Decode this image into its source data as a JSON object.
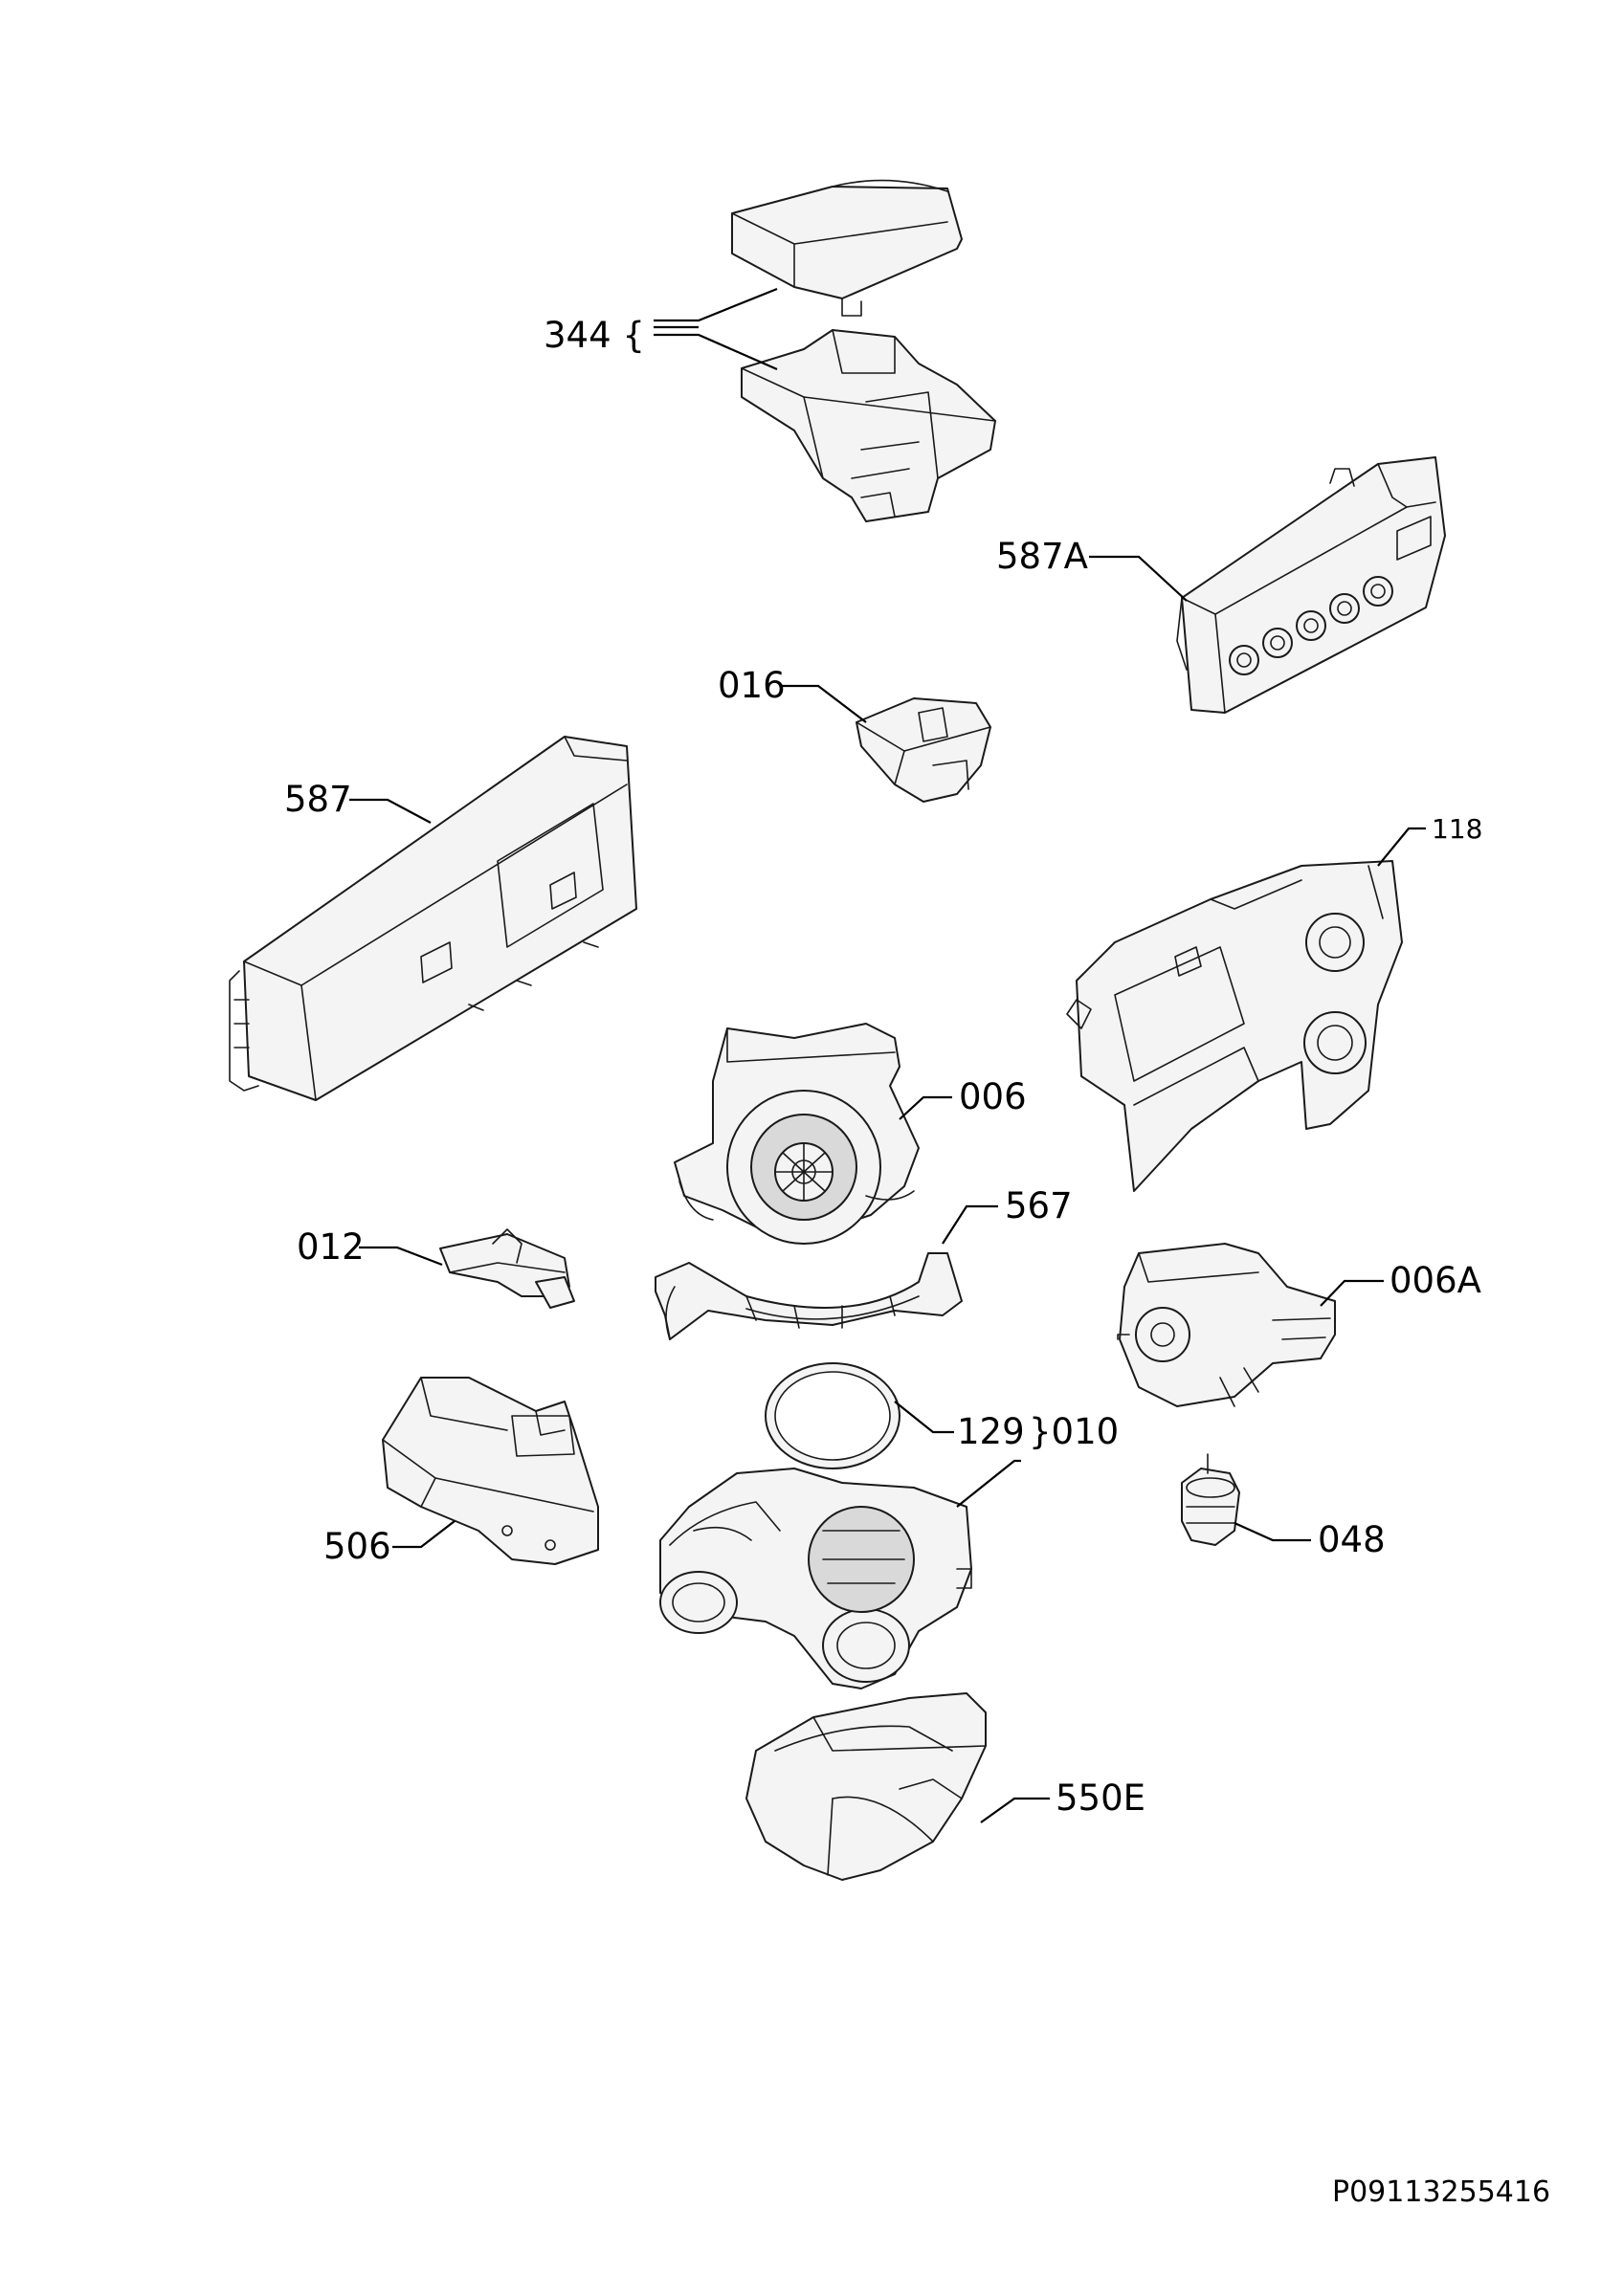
{
  "diagram": {
    "document_id": "P09113255416",
    "callouts": {
      "c344": "344 {",
      "c587A": "587A",
      "c016": "016",
      "c587": "587",
      "c118": "118",
      "c006": "006",
      "c567": "567",
      "c012": "012",
      "c006A": "006A",
      "c129": "129",
      "c010": "}010",
      "c506": "506",
      "c048": "048",
      "c550E": "550E"
    }
  }
}
